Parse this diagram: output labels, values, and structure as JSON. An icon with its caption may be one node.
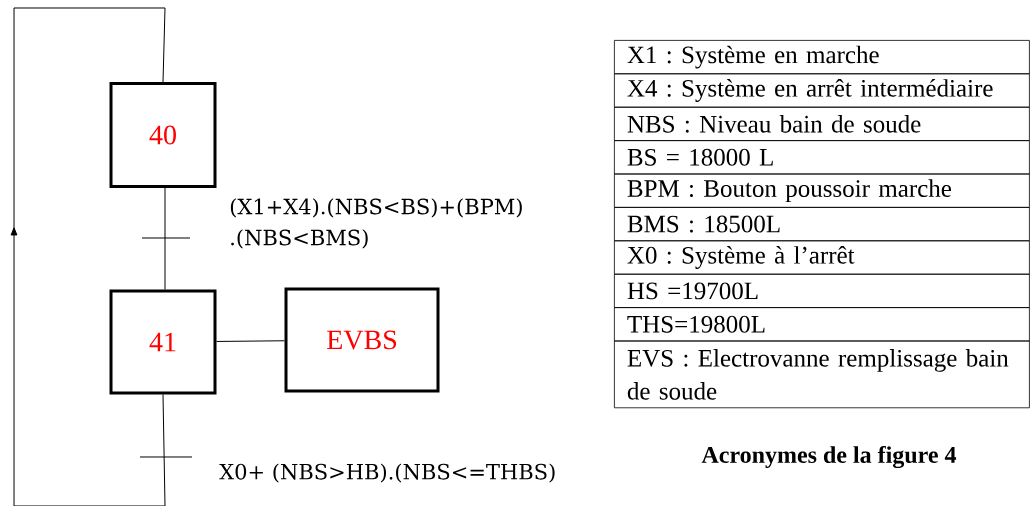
{
  "diagram": {
    "caption": "Acronymes de la figure 4",
    "nodes": [
      {
        "text": [
          "40"
        ]
      },
      {
        "text": [
          "41"
        ]
      },
      {
        "text": [
          "EVBS"
        ]
      }
    ],
    "edges": [
      {
        "from": 0,
        "to": 1,
        "arrow": "none",
        "label": "(X1+X4).(NBS<BS)+(BPM) .(NBS<BMS)"
      },
      {
        "from": 1,
        "to": 2,
        "arrow": "none"
      },
      {
        "from": 1,
        "to": 0,
        "arrow": "to",
        "label": "X0+ (NBS>HB).(NBS<=THBS)"
      }
    ],
    "labels": [
      "X1 : Système en marche",
      "X4 : Système en arrêt intermédiaire",
      "NBS : Niveau bain de soude",
      "BS = 18000 L",
      "BPM : Bouton poussoir marche",
      "BMS : 18500L",
      "X0 : Système à l’arrêt",
      "HS =19700L",
      "THS=19800L",
      "EVS : Electrovanne remplissage bain de soude"
    ]
  }
}
